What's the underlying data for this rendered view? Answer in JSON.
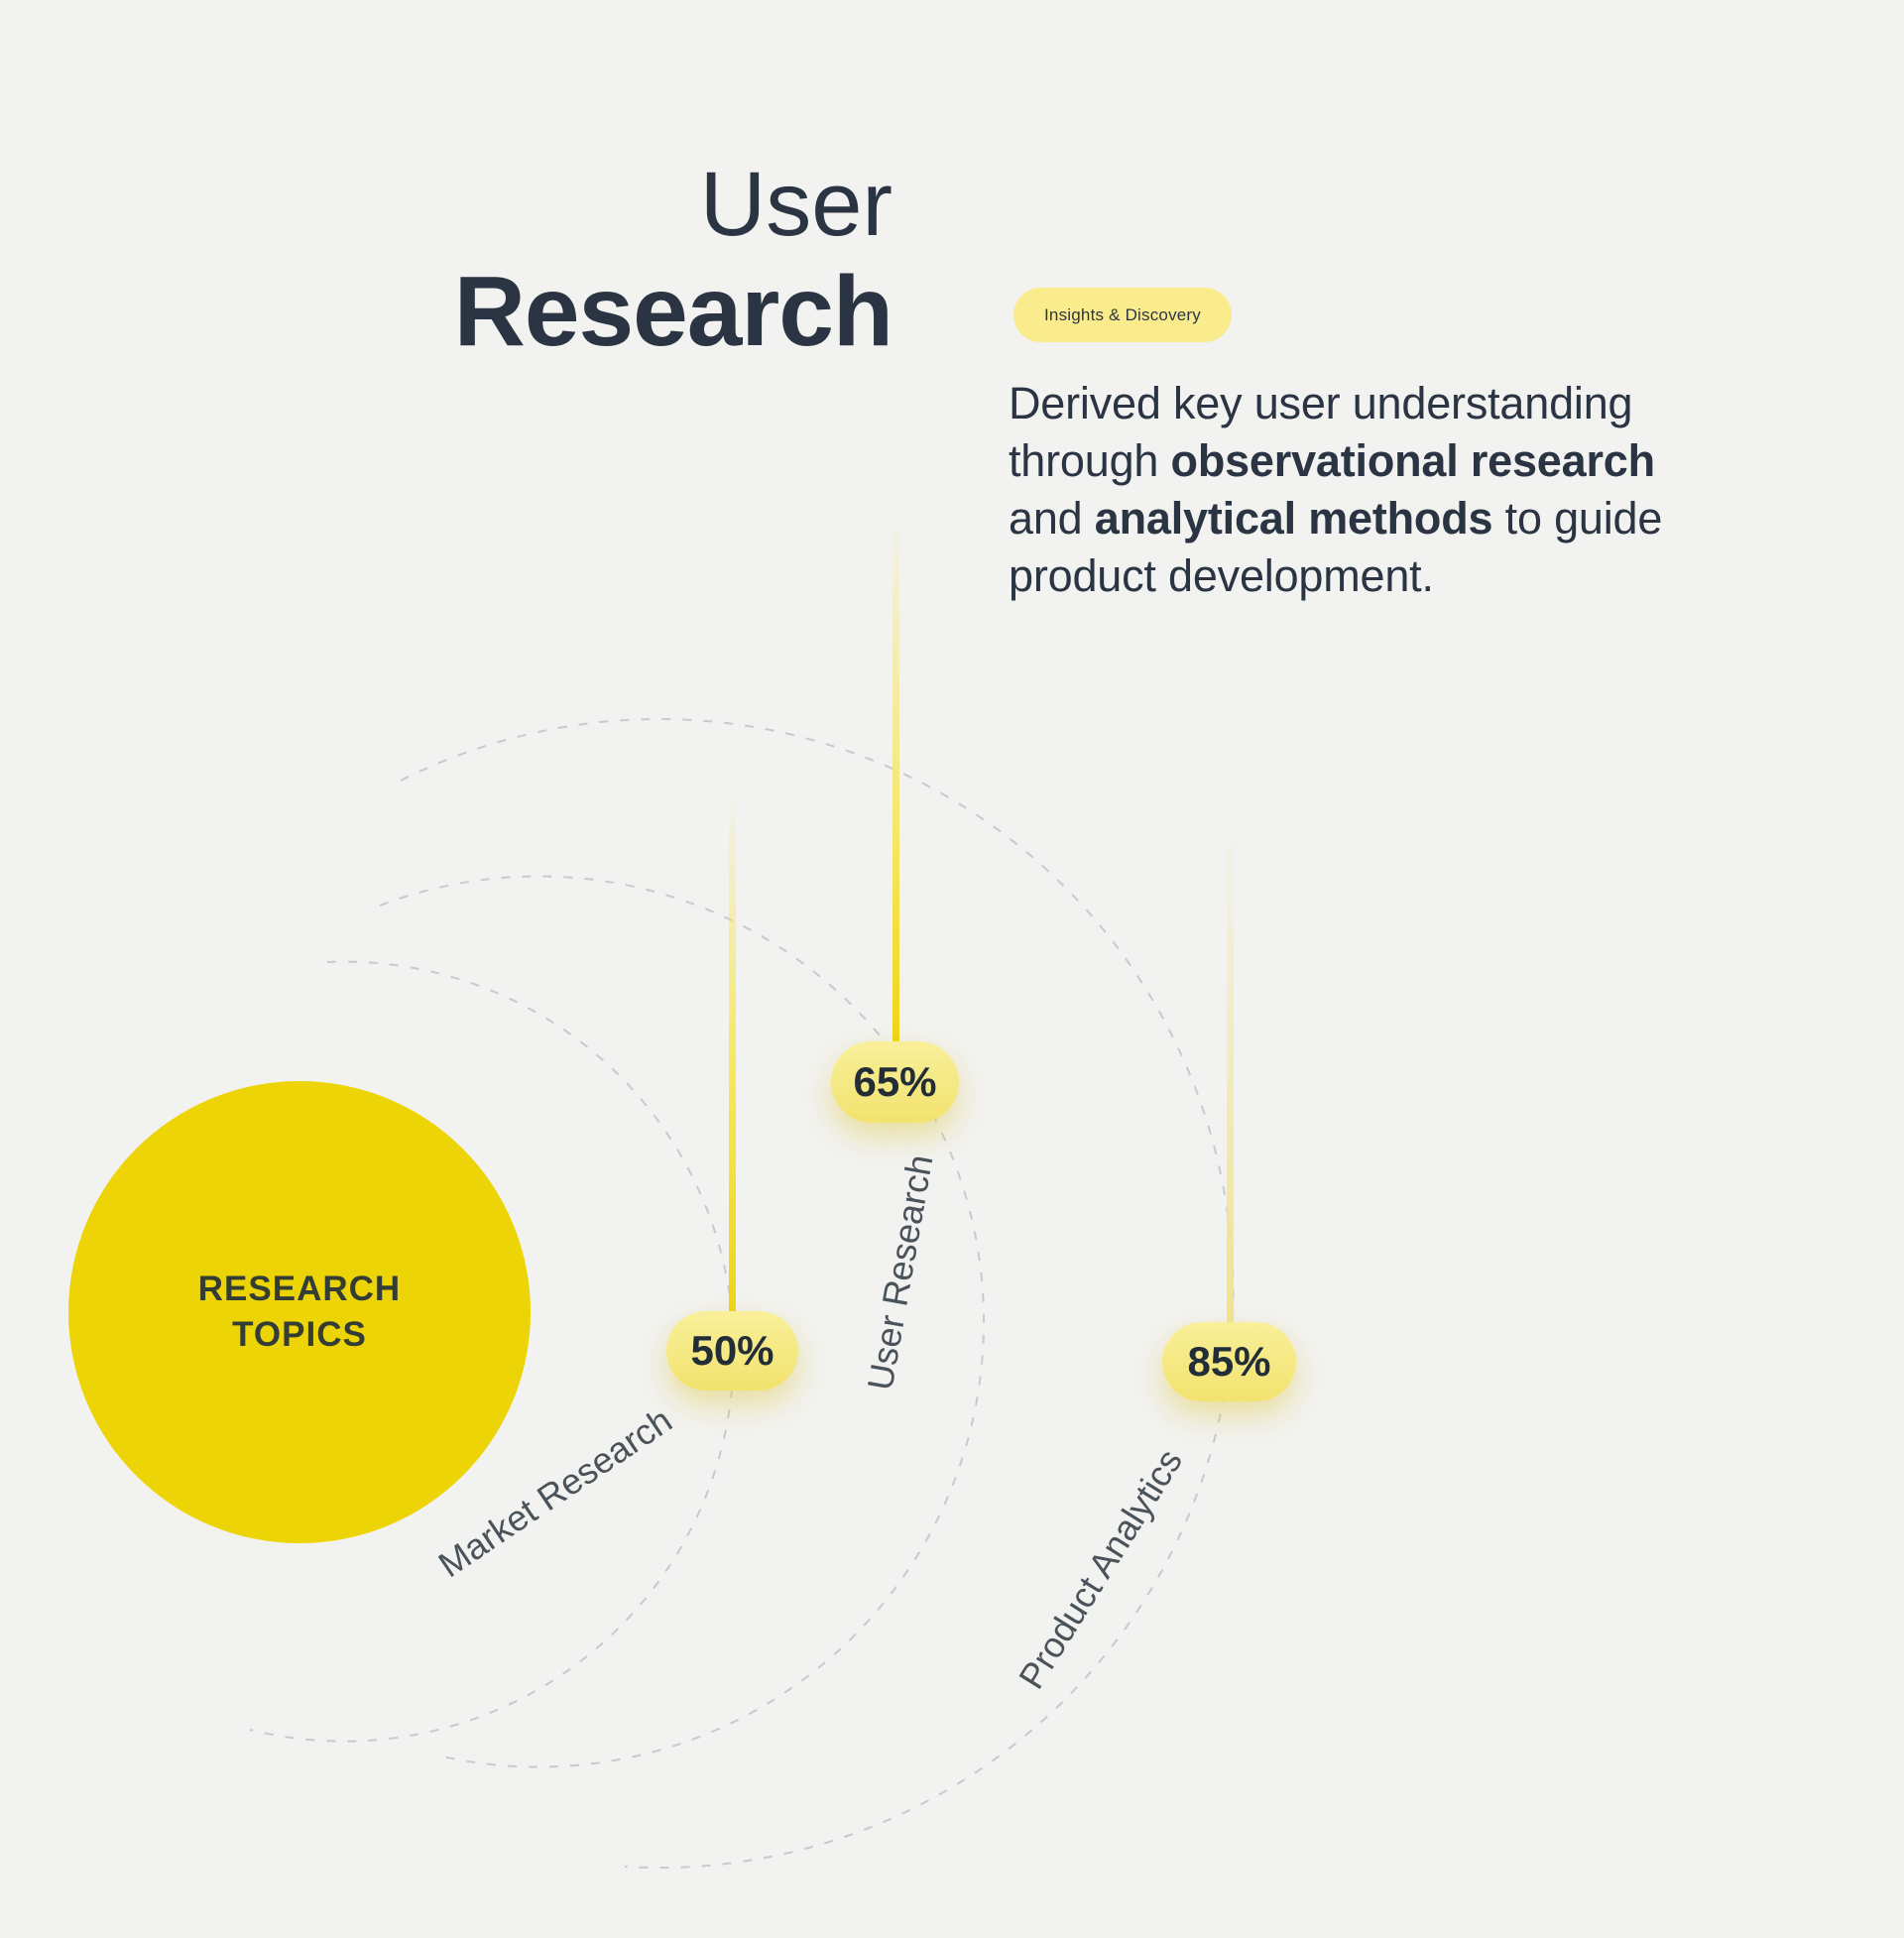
{
  "colors": {
    "background": "#F2F2F0",
    "ink": "#2A3442",
    "hub_yellow": "#EDD406",
    "pill_yellow": "#F5E87E",
    "line_yellow": "#EFD414",
    "badge_yellow": "#FAEC8C",
    "dash_gray": "#9AA3AF",
    "label_gray": "#4A525A"
  },
  "title": {
    "line1": "User",
    "line2": "Research"
  },
  "badge": {
    "label": "Insights & Discovery"
  },
  "description": {
    "segments": [
      {
        "text": "Derived key user understanding through ",
        "bold": false
      },
      {
        "text": "observational research",
        "bold": true
      },
      {
        "text": " and ",
        "bold": false
      },
      {
        "text": "analytical methods",
        "bold": true
      },
      {
        "text": " to guide product development.",
        "bold": false
      }
    ]
  },
  "hub": {
    "line1": "RESEARCH",
    "line2": "TOPICS"
  },
  "topics": [
    {
      "name": "Market Research",
      "value": "50%"
    },
    {
      "name": "User Research",
      "value": "65%"
    },
    {
      "name": "Product Analytics",
      "value": "85%"
    }
  ],
  "chart_data": {
    "type": "radial-orbit",
    "title": "User Research",
    "center_label": "RESEARCH TOPICS",
    "categories": [
      "Market Research",
      "User Research",
      "Product Analytics"
    ],
    "values": [
      50,
      65,
      85
    ],
    "value_unit": "%",
    "legend_position": "none",
    "grid": "dashed concentric arcs"
  }
}
